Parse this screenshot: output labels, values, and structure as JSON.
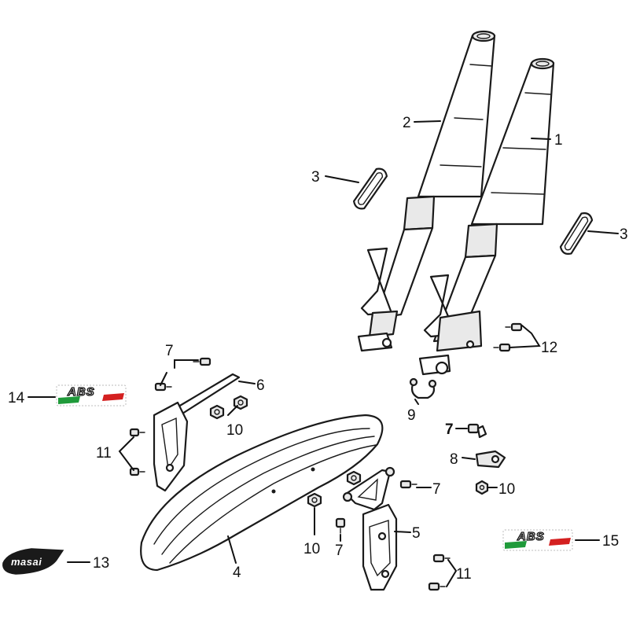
{
  "callouts": {
    "c1": "1",
    "c2": "2",
    "c3a": "3",
    "c3b": "3",
    "c4": "4",
    "c5": "5",
    "c6": "6",
    "c7a": "7",
    "c7b": "7",
    "c7c": "7",
    "c7d": "7",
    "c8": "8",
    "c9": "9",
    "c10a": "10",
    "c10b": "10",
    "c10c": "10",
    "c11a": "11",
    "c11b": "11",
    "c12": "12",
    "c13": "13",
    "c14": "14",
    "c15": "15"
  },
  "decals": {
    "abs_left": "ABS",
    "abs_right": "ABS",
    "brand_logo": "masai"
  },
  "colors": {
    "line": "#1a1a1a",
    "flag_green": "#1f9a3a",
    "flag_red": "#d42020",
    "logo_fill": "#1a1a1a"
  }
}
